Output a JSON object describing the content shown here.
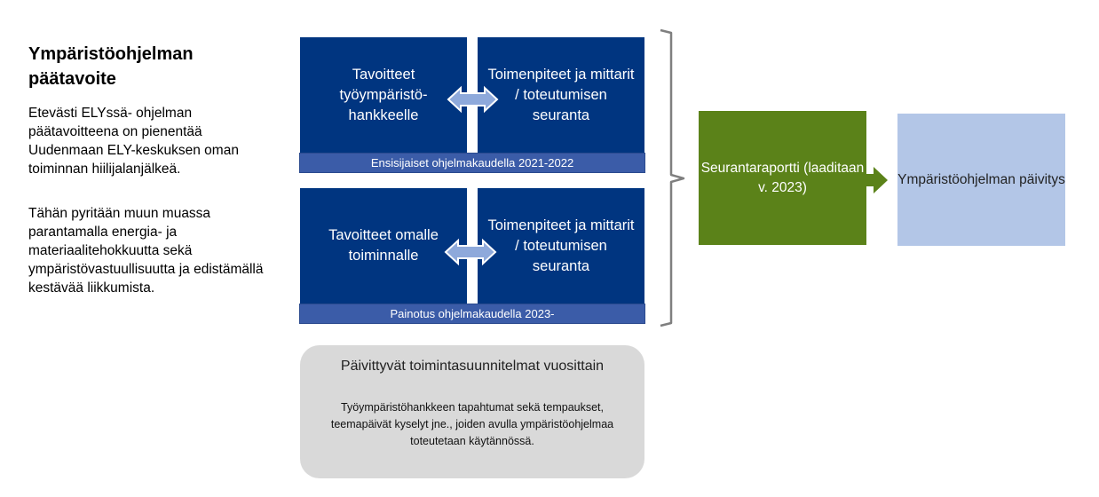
{
  "intro": {
    "title": "Ympäristöohjelman päätavoite",
    "paragraph1": "Etevästi ELYssä- ohjelman päätavoitteena on pienentää Uudenmaan ELY-keskuksen oman toiminnan hiilijalanjälkeä.",
    "paragraph2": "Tähän pyritään muun muassa parantamalla energia- ja materiaalitehokkuutta sekä ympäristövastuullisuutta ja edistämällä kestävää liikkumista."
  },
  "block1": {
    "left_box": "Tavoitteet työympäristö-hankkeelle",
    "right_box": "Toimenpiteet ja mittarit / toteutumisen seuranta",
    "band": "Ensisijaiset ohjelmakaudella 2021-2022"
  },
  "block2": {
    "left_box": "Tavoitteet omalle toiminnalle",
    "right_box": "Toimenpiteet ja mittarit / toteutumisen seuranta",
    "band": "Painotus ohjelmakaudella 2023-"
  },
  "action_plans": {
    "title": "Päivittyvät toimintasuunnitelmat vuosittain",
    "text": "Työympäristöhankkeen tapahtumat sekä tempaukset, teemapäivät kyselyt jne., joiden avulla ympäristöohjelmaa toteutetaan käytännössä."
  },
  "report_box": "Seurantaraportti (laaditaan v. 2023)",
  "update_box": "Ympäristöohjelman päivitys",
  "colors": {
    "dark_blue": "#003580",
    "band_blue": "#3b5ca8",
    "green": "#5b8219",
    "light_blue": "#b3c6e7",
    "gray": "#d9d9d9",
    "bracket": "#7f7f7f",
    "arrow_fill": "#8ea9db"
  }
}
